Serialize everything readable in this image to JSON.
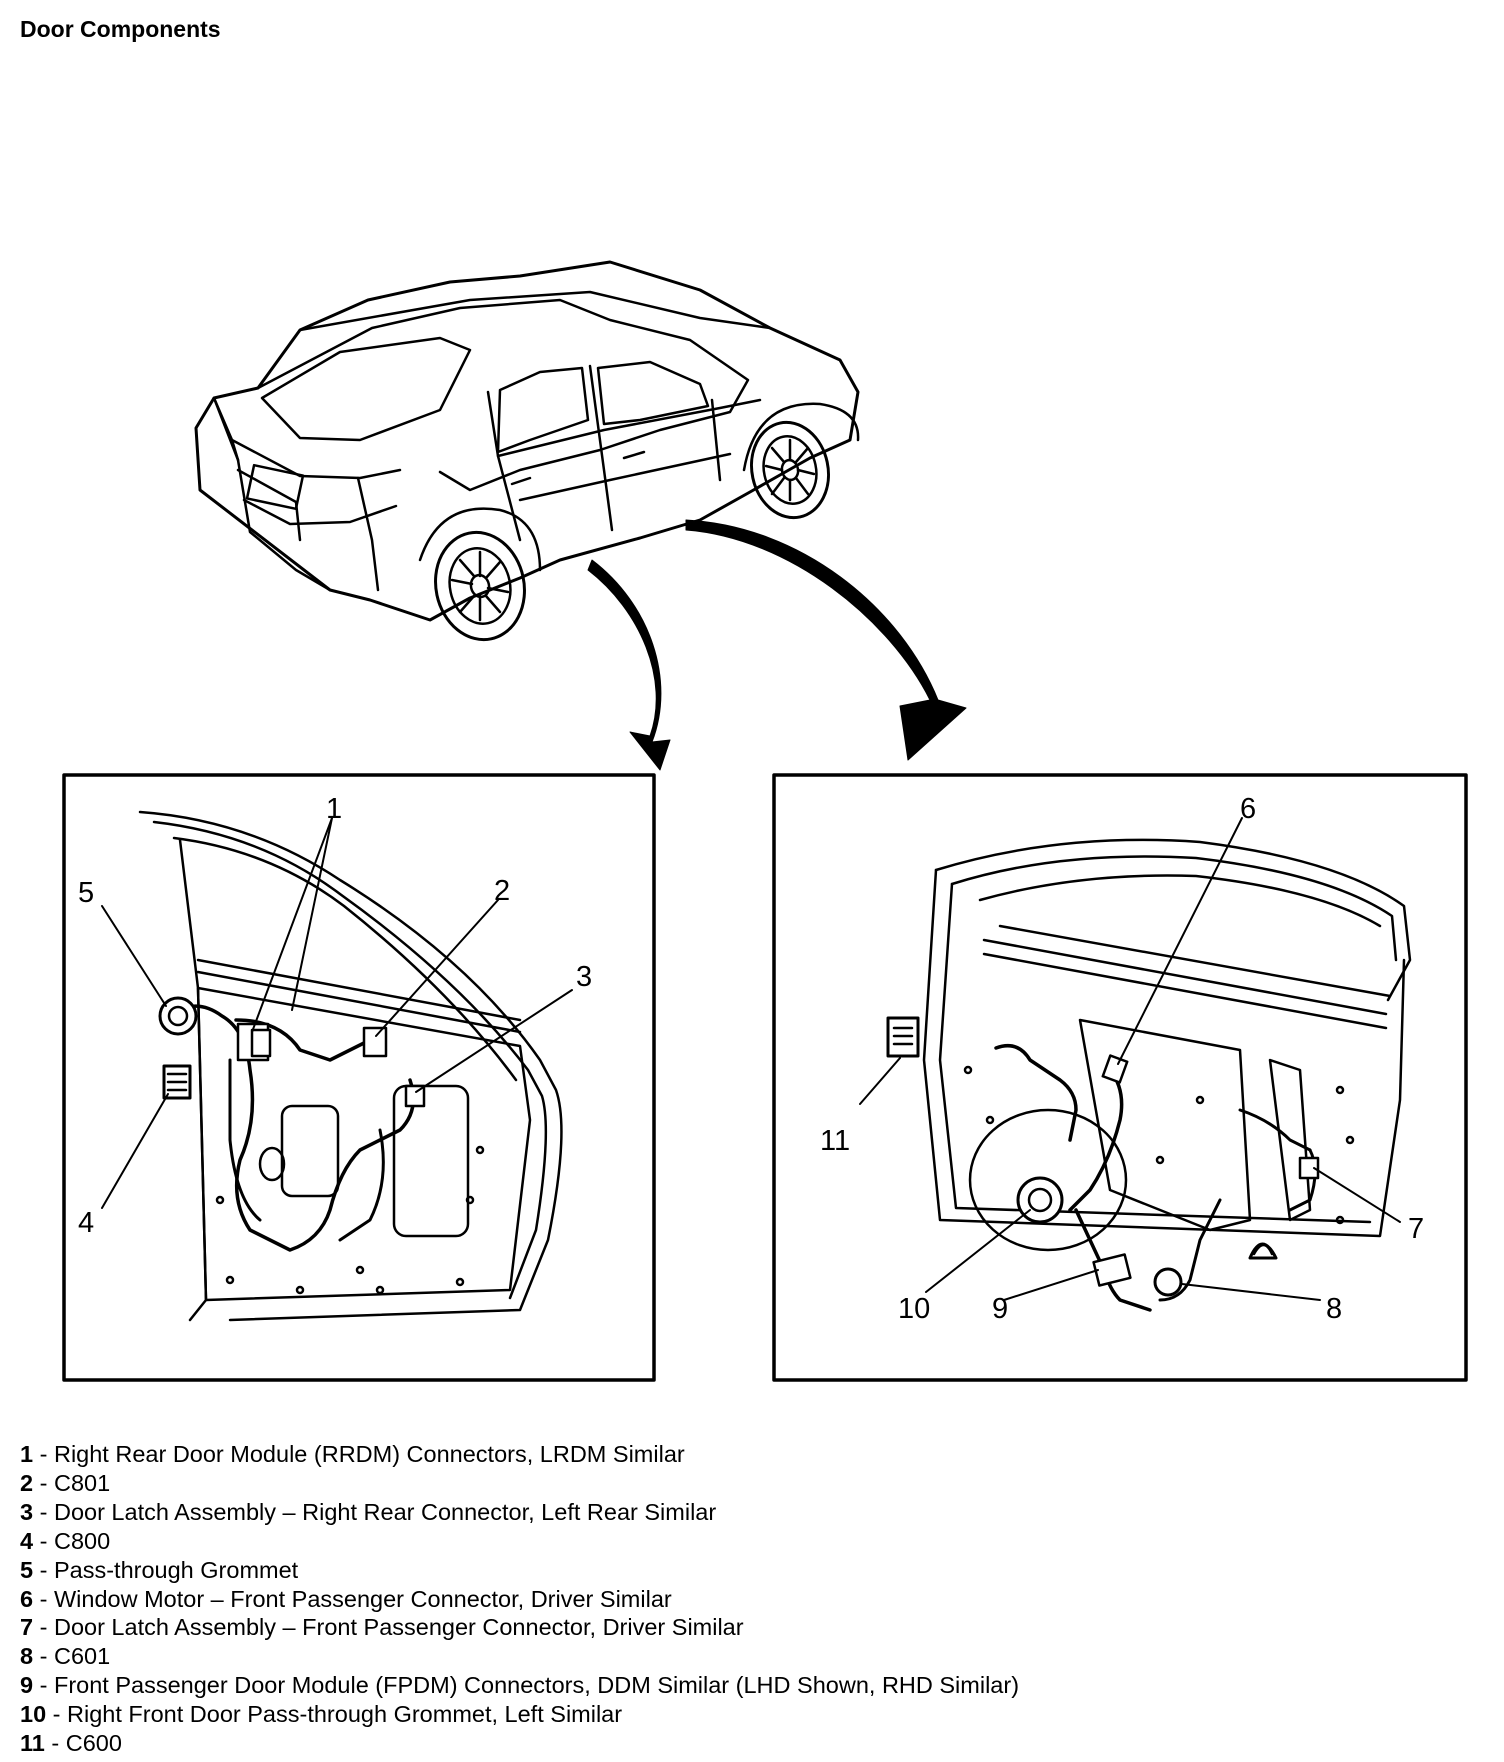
{
  "title": "Door Components",
  "callouts": {
    "c1": "1",
    "c2": "2",
    "c3": "3",
    "c4": "4",
    "c5": "5",
    "c6": "6",
    "c7": "7",
    "c8": "8",
    "c9": "9",
    "c10": "10",
    "c11": "11"
  },
  "legend": [
    {
      "num": "1",
      "sep": " - ",
      "text": "Right Rear Door Module (RRDM) Connectors, LRDM Similar"
    },
    {
      "num": "2",
      "sep": " - ",
      "text": "C801"
    },
    {
      "num": "3",
      "sep": " - ",
      "text": "Door Latch Assembly – Right Rear Connector, Left Rear Similar"
    },
    {
      "num": "4",
      "sep": " - ",
      "text": "C800"
    },
    {
      "num": "5",
      "sep": " - ",
      "text": "Pass-through Grommet"
    },
    {
      "num": "6",
      "sep": " - ",
      "text": "Window Motor – Front Passenger Connector, Driver Similar"
    },
    {
      "num": "7",
      "sep": " - ",
      "text": "Door Latch Assembly – Front Passenger Connector, Driver Similar"
    },
    {
      "num": "8",
      "sep": " - ",
      "text": "C601"
    },
    {
      "num": "9",
      "sep": " - ",
      "text": "Front Passenger Door Module (FPDM) Connectors, DDM Similar (LHD Shown, RHD Similar)"
    },
    {
      "num": "10",
      "sep": " - ",
      "text": "Right Front Door Pass-through Grommet, Left Similar"
    },
    {
      "num": "11",
      "sep": " - ",
      "text": "C600"
    }
  ]
}
